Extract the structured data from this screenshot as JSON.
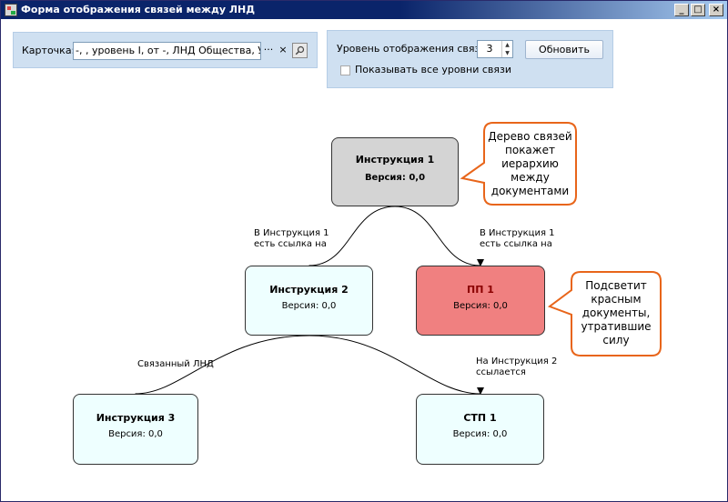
{
  "window": {
    "title": "Форма отображения связей между ЛНД",
    "controls": {
      "minimize": "_",
      "maximize": "□",
      "close": "×"
    }
  },
  "card_panel": {
    "label": "Карточка:",
    "value": "-, , уровень I, от -, ЛНД Общества, Утрат",
    "ellipsis": "···",
    "clear": "×"
  },
  "levels_panel": {
    "label": "Уровень отображения связей:",
    "level_value": "3",
    "refresh_label": "Обновить",
    "show_all_label": "Показывать все уровни связи",
    "show_all_checked": false
  },
  "diagram": {
    "nodes": [
      {
        "title": "Инструкция 1",
        "version": "Версия: 0,0",
        "color": "#d4d4d4"
      },
      {
        "title": "Инструкция 2",
        "version": "Версия: 0,0",
        "color": "#eeffff"
      },
      {
        "title": "ПП 1",
        "version": "Версия: 0,0",
        "color": "#f08080"
      },
      {
        "title": "Инструкция 3",
        "version": "Версия: 0,0",
        "color": "#eeffff"
      },
      {
        "title": "СТП 1",
        "version": "Версия: 0,0",
        "color": "#eeffff"
      }
    ],
    "edges": [
      {
        "label_line1": "В Инструкция 1",
        "label_line2": "есть ссылка на"
      },
      {
        "label_line1": "В Инструкция 1",
        "label_line2": "есть ссылка на"
      },
      {
        "label_line1": "Связанный ЛНД",
        "label_line2": ""
      },
      {
        "label_line1": "На Инструкция 2",
        "label_line2": "ссылается"
      }
    ],
    "callouts": [
      {
        "lines": [
          "Дерево связей",
          "покажет",
          "иерархию",
          "между",
          "документами"
        ]
      },
      {
        "lines": [
          "Подсветит",
          "красным",
          "документы,",
          "утратившие",
          "силу"
        ]
      }
    ],
    "callout_border_color": "#e8651a"
  }
}
